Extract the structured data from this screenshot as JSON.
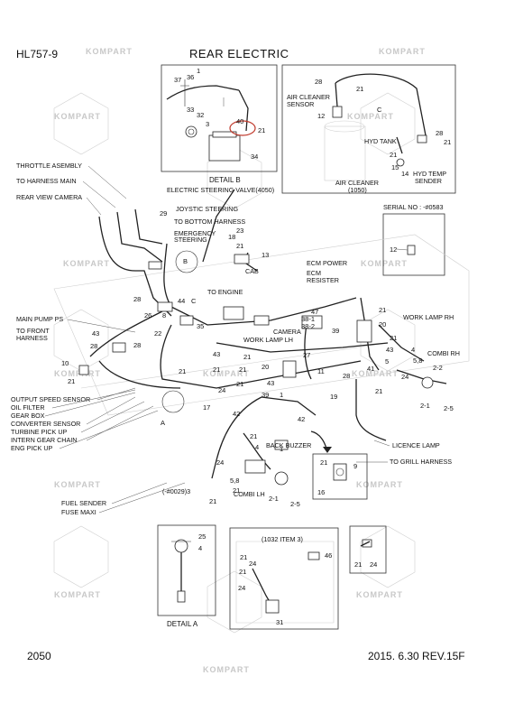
{
  "header": {
    "model": "HL757-9",
    "title": "REAR ELECTRIC"
  },
  "footer": {
    "page": "2050",
    "revision": "2015. 6.30  REV.15F"
  },
  "watermark": {
    "brand": "KOMPART"
  },
  "labels": {
    "throttle": "THROTTLE ASEMBLY",
    "harness_main": "TO HARNESS MAIN",
    "rear_camera": "REAR VIEW CAMERA",
    "steering_valve": "ELECTRIC STEERING VALVE(4050)",
    "joystic": "JOYSTIC STEERING",
    "bottom_harness": "TO BOTTOM HARNESS",
    "emergency_1": "EMERGENCY",
    "emergency_2": "STEERING",
    "cab": "CAB",
    "ecm_power": "ECM POWER",
    "ecm_1": "ECM",
    "ecm_2": "RESISTER",
    "to_engine": "TO ENGINE",
    "main_pump": "MAIN PUMP PS",
    "front_1": "TO FRONT",
    "front_2": "HARNESS",
    "camera": "CAMERA",
    "work_lamp_lh": "WORK LAMP LH",
    "work_lamp_rh": "WORK LAMP RH",
    "combi_rh": "COMBI RH",
    "combi_lh": "COMBI LH",
    "output_speed": "OUTPUT SPEED SENSOR",
    "oil_filter": "OIL FILTER",
    "gear_box": "GEAR BOX",
    "converter": "CONVERTER SENSOR",
    "turbine": "TURBINE PICK UP",
    "intern_gear": "INTERN GEAR CHAIN",
    "eng_pick": "ENG PICK UP",
    "back_buzzer": "BACK BUZZER",
    "licence_lamp": "LICENCE LAMP",
    "grill_harness": "TO GRILL HARNESS",
    "fuel_sender": "FUEL SENDER",
    "fuse_maxi": "FUSE MAXI",
    "s0029": "(-#0029)3",
    "air_cleaner_sensor_1": "AIR CLEANER",
    "air_cleaner_sensor_2": "SENSOR",
    "hyd_tank": "HYD TANK",
    "air_cleaner_1": "AIR CLEANER",
    "air_cleaner_2": "(1050)",
    "hyd_temp_1": "HYD TEMP",
    "hyd_temp_2": "SENDER",
    "serial_no": "SERIAL NO : -#0583",
    "item_1032": "(1032 ITEM 3)",
    "detail_a": "DETAIL A",
    "detail_b": "DETAIL B",
    "letter_a": "A",
    "letter_b": "B",
    "letter_c1": "C",
    "letter_c2": "C"
  },
  "callouts": {
    "n1": "1",
    "n3": "3",
    "n4": "4",
    "n5": "5",
    "n8": "8",
    "n9": "9",
    "n10": "10",
    "n11": "11",
    "n12": "12",
    "n13": "13",
    "n14": "14",
    "n15": "15",
    "n16": "16",
    "n17": "17",
    "n18": "18",
    "n19": "19",
    "n20": "20",
    "n21": "21",
    "n22": "22",
    "n23": "23",
    "n24": "24",
    "n25": "25",
    "n26": "26",
    "n27": "27",
    "n28": "28",
    "n29": "29",
    "n31": "31",
    "n32": "32",
    "n33": "33",
    "n34": "34",
    "n35": "35",
    "n36": "36",
    "n37": "37",
    "n39": "39",
    "n40": "40",
    "n41": "41",
    "n42": "42",
    "n43": "43",
    "n44": "44",
    "n46": "46",
    "n47": "47",
    "n58": "5,8",
    "n22b": "2-2",
    "n21b": "2-1",
    "n25b": "2-5",
    "n381": "38-1",
    "n382": "38-2"
  }
}
